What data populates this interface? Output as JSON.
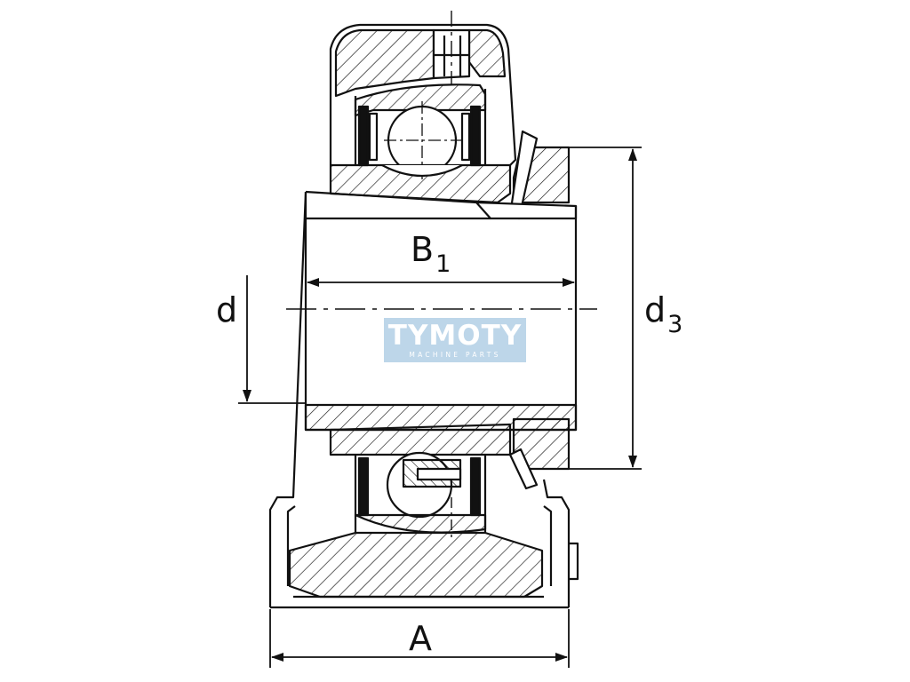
{
  "labels": {
    "b_main": "B",
    "b_sub": "1",
    "d": "d",
    "d3_main": "d",
    "d3_sub": "3",
    "a": "A"
  },
  "watermark": {
    "name": "TYMOTY",
    "tagline": "MACHINE PARTS"
  },
  "colors": {
    "line": "#111111",
    "watermark_bg": "#b9d3e8",
    "watermark_text": "#ffffff"
  }
}
